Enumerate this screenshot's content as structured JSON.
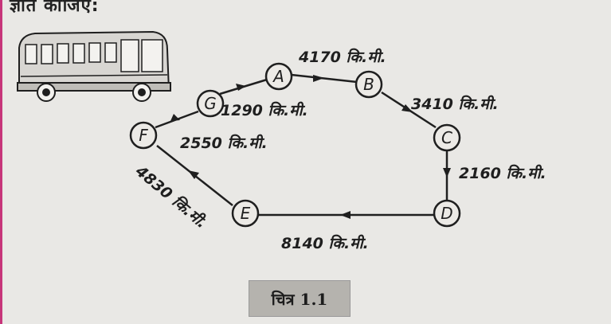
{
  "header": {
    "cut_text": "ज्ञात कीजिए:"
  },
  "diagram": {
    "nodes": [
      {
        "id": "A",
        "label": "A"
      },
      {
        "id": "B",
        "label": "B"
      },
      {
        "id": "C",
        "label": "C"
      },
      {
        "id": "D",
        "label": "D"
      },
      {
        "id": "E",
        "label": "E"
      },
      {
        "id": "F",
        "label": "F"
      },
      {
        "id": "G",
        "label": "G"
      }
    ],
    "edges": [
      {
        "from": "A",
        "to": "B",
        "distance": "4170 कि.मी."
      },
      {
        "from": "B",
        "to": "C",
        "distance": "3410 कि.मी."
      },
      {
        "from": "C",
        "to": "D",
        "distance": "2160 कि.मी."
      },
      {
        "from": "D",
        "to": "E",
        "distance": "8140 कि.मी."
      },
      {
        "from": "E",
        "to": "F",
        "distance": "4830 कि.मी."
      },
      {
        "from": "F",
        "to": "G",
        "distance": "2550 कि.मी."
      },
      {
        "from": "G",
        "to": "A",
        "distance": "1290 कि.मी."
      }
    ],
    "caption": "चित्र 1.1",
    "colors": {
      "ink": "#1f1f1f",
      "bus_fill": "#d8d6d2",
      "caption_bg": "#b5b3ae"
    }
  }
}
